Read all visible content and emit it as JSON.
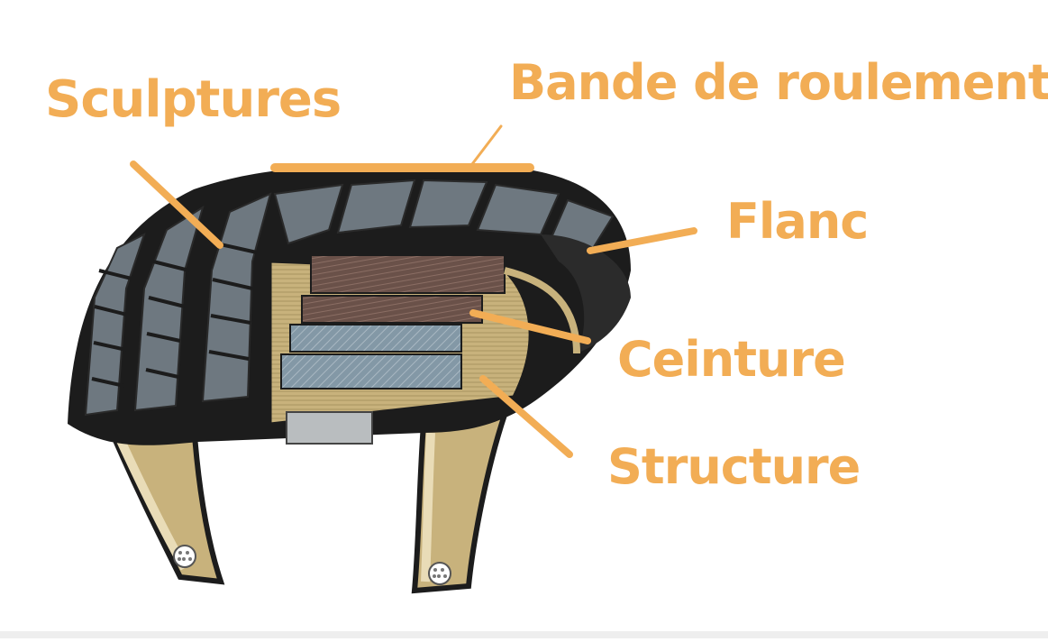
{
  "colors": {
    "accent": "#f2ad55",
    "rubber": "#1c1c1c",
    "tread_highlight": "#6e7880",
    "casing": "#c8b27c",
    "belt_brown": "#6a5149",
    "belt_blue": "#8398a6"
  },
  "labels": {
    "sculptures": "Sculptures",
    "bande_de_roulement": "Bande de roulement",
    "flanc": "Flanc",
    "ceinture": "Ceinture",
    "structure": "Structure"
  }
}
